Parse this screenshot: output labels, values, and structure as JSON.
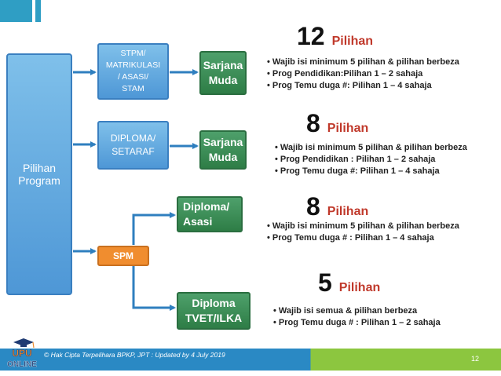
{
  "main_box": {
    "label": "Pilihan\nProgram"
  },
  "entry_boxes": [
    {
      "label": "STPM/\nMATRIKULASI\n/ ASASI/\nSTAM"
    },
    {
      "label": "DIPLOMA/\nSETARAF"
    },
    {
      "label": "SPM"
    }
  ],
  "target_boxes": [
    {
      "label": "Sarjana\nMuda"
    },
    {
      "label": "Sarjana\nMuda"
    },
    {
      "label": "Diploma/\nAsasi"
    },
    {
      "label": "Diploma\nTVET/ILKA"
    }
  ],
  "choice_groups": [
    {
      "count": "12",
      "label": "Pilihan",
      "rules": [
        "Wajib isi minimum 5 pilihan & pilihan berbeza",
        "Prog Pendidikan:Pilihan 1 – 2 sahaja",
        "Prog Temu duga #: Pilihan 1 – 4 sahaja"
      ]
    },
    {
      "count": "8",
      "label": "Pilihan",
      "rules": [
        "Wajib isi minimum 5 pilihan & pilihan berbeza",
        "Prog Pendidikan : Pilihan 1 – 2 sahaja",
        "Prog Temu duga #: Pilihan 1 – 4 sahaja"
      ]
    },
    {
      "count": "8",
      "label": "Pilihan",
      "rules": [
        "Wajib isi minimum 5 pilihan & pilihan berbeza",
        "Prog Temu duga # : Pilihan 1 – 4 sahaja"
      ]
    },
    {
      "count": "5",
      "label": "Pilihan",
      "rules": [
        "Wajib isi semua & pilihan berbeza",
        "Prog Temu duga # : Pilihan 1 – 2 sahaja"
      ]
    }
  ],
  "footer": {
    "copyright": "© Hak Cipta Terpelihara BPKP, JPT   : Updated by 4 July 2019",
    "page_number": "12",
    "logo_text_top": "UPU",
    "logo_text_bottom": "ONLINE"
  },
  "colors": {
    "blue_box": "#5aa6de",
    "green_box": "#3a8a56",
    "orange_box": "#f08d2f",
    "footer_blue": "#2a89c4",
    "footer_green": "#8cc63f",
    "accent_red": "#c0392b"
  }
}
